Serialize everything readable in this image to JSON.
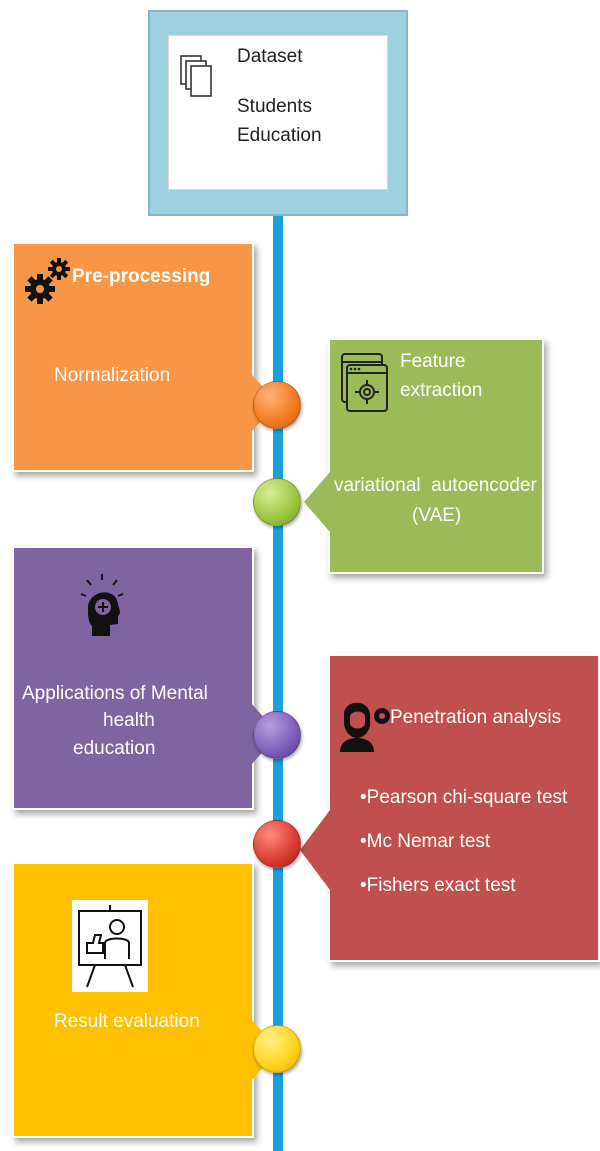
{
  "dataset": {
    "title": "Dataset",
    "line1": "Students",
    "line2": "Education",
    "icon": "documents-icon"
  },
  "preprocessing": {
    "title": "Pre-processing",
    "body": "Normalization",
    "icon": "gears-icon",
    "color": "#f79646"
  },
  "feature": {
    "title_line1": "Feature",
    "title_line2": "extraction",
    "body_line1": "variational  autoencoder",
    "body_line2": "(VAE)",
    "icon": "settings-window-icon",
    "color": "#9bbb59"
  },
  "applications": {
    "line1": "Applications of Mental",
    "line2": "health",
    "line3": "education",
    "icon": "head-lightbulb-icon",
    "color": "#8064a2"
  },
  "penetration": {
    "title": "Penetration analysis",
    "items": [
      "•Pearson chi-square test",
      "•Mc Nemar test",
      "•Fishers exact test"
    ],
    "icon": "person-gear-icon",
    "color": "#c0504d"
  },
  "result": {
    "title": "Result evaluation",
    "icon": "presentation-board-icon",
    "color": "#ffc000"
  },
  "timeline_color": "#1aa0dc"
}
